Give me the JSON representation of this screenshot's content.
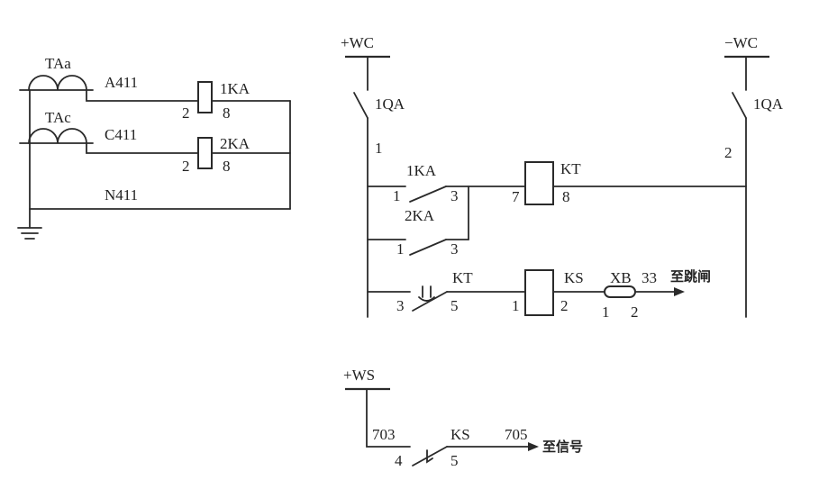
{
  "ct_circuit": {
    "ct_a": "TAa",
    "ct_c": "TAc",
    "wire_a": "A411",
    "wire_c": "C411",
    "wire_n": "N411",
    "relay_1": "1KA",
    "relay_2": "2KA",
    "pin_2": "2",
    "pin_8": "8"
  },
  "control_circuit": {
    "pos_bus": "+WC",
    "neg_bus": "−WC",
    "breaker": "1QA",
    "node_1": "1",
    "node_2": "2",
    "contact_1ka": "1KA",
    "contact_2ka": "2KA",
    "pin_1": "1",
    "pin_3": "3",
    "pin_5": "5",
    "pin_7": "7",
    "pin_8": "8",
    "pin_2": "2",
    "timer": "KT",
    "signal_relay": "KS",
    "link": "XB",
    "wire_33": "33",
    "to_trip": "至跳闸"
  },
  "signal_circuit": {
    "bus": "+WS",
    "wire_703": "703",
    "wire_705": "705",
    "contact": "KS",
    "pin_4": "4",
    "pin_5": "5",
    "to_signal": "至信号"
  }
}
